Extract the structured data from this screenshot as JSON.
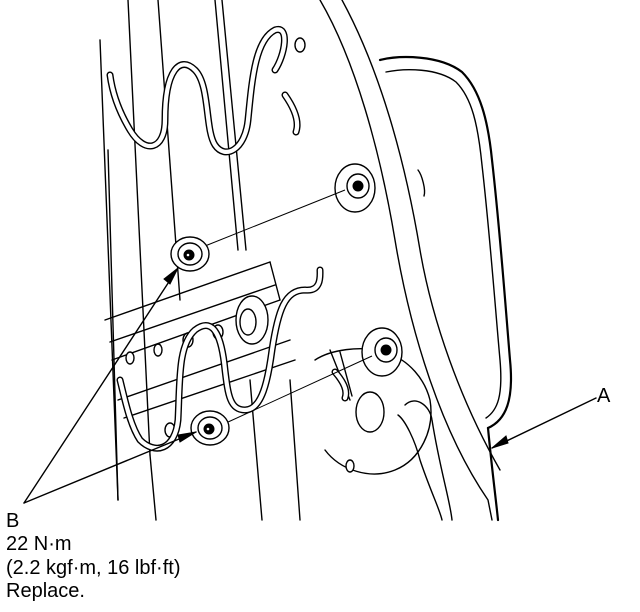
{
  "callouts": {
    "a": "A",
    "b": "B"
  },
  "fastener_spec": {
    "torque_nm": "22 N·m",
    "torque_alt": "(2.2 kgf·m, 16 lbf·ft)",
    "note": "Replace."
  },
  "icons": {
    "seat_frame": "seat-back-frame-illustration",
    "nut": "flange-nut-icon",
    "stud": "mounting-stud-icon"
  },
  "colors": {
    "ink": "#000000",
    "paper": "#ffffff"
  }
}
